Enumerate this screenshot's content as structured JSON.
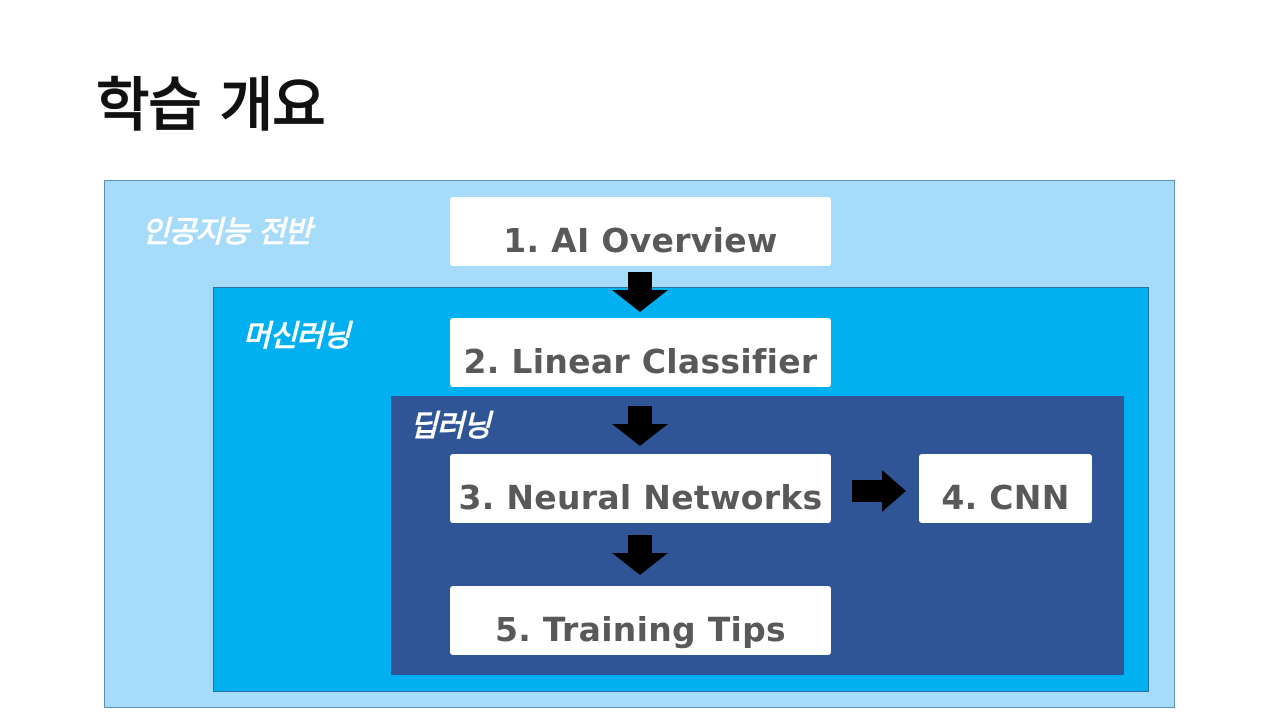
{
  "title": "학습 개요",
  "zones": {
    "ai": "인공지능 전반",
    "ml": "머신러닝",
    "dl": "딥러닝"
  },
  "steps": {
    "ai_overview": "1. AI Overview",
    "linear_classifier": "2. Linear Classifier",
    "neural_networks": "3. Neural Networks",
    "cnn": "4. CNN",
    "training_tips": "5. Training Tips"
  },
  "colors": {
    "ai_zone": "#a6dbf9",
    "ml_zone": "#00b0f0",
    "dl_zone": "#2f5597",
    "box": "#ffffff",
    "box_text": "#595959",
    "arrow": "#000000"
  }
}
